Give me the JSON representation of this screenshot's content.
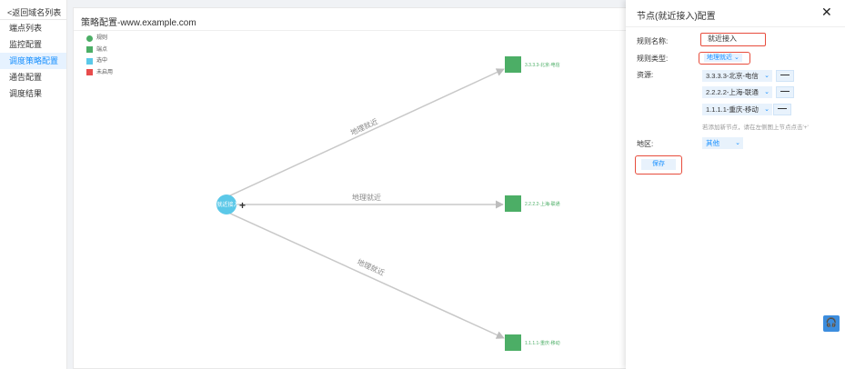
{
  "sidebar": {
    "back_link": "<返回域名列表",
    "items": [
      {
        "label": "端点列表",
        "active": false
      },
      {
        "label": "监控配置",
        "active": false
      },
      {
        "label": "调度策略配置",
        "active": true
      },
      {
        "label": "通告配置",
        "active": false
      },
      {
        "label": "调度结果",
        "active": false
      }
    ]
  },
  "canvas": {
    "title": "策略配置-www.example.com",
    "legend": [
      {
        "label": "规则",
        "color": "#4cae66",
        "shape": "circle"
      },
      {
        "label": "端点",
        "color": "#4cae66",
        "shape": "square"
      },
      {
        "label": "选中",
        "color": "#5bc8e8",
        "shape": "square"
      },
      {
        "label": "未启用",
        "color": "#e84c4c",
        "shape": "square"
      }
    ],
    "center_node": {
      "label": "就近接入",
      "color": "#5bc8e8"
    },
    "nodes": [
      {
        "label": "3.3.3.3-北京-电信",
        "color": "#4cae66"
      },
      {
        "label": "2.2.2.2-上海-联通",
        "color": "#4cae66"
      },
      {
        "label": "1.1.1.1-重庆-移动",
        "color": "#4cae66"
      }
    ],
    "edge_labels": [
      "地理就近",
      "地理就近",
      "地理就近"
    ],
    "add_glyph": "+"
  },
  "drawer": {
    "title": "节点(就近接入)配置",
    "close_glyph": "✕",
    "rule_name_label": "规则名称:",
    "rule_name_value": "就近接入",
    "rule_type_label": "规则类型:",
    "rule_type_value": "地理就近",
    "resource_label": "资源:",
    "resources": [
      {
        "value": "3.3.3.3-北京-电信"
      },
      {
        "value": "2.2.2.2-上海-联通"
      },
      {
        "value": "1.1.1.1-重庆-移动"
      }
    ],
    "remove_glyph": "—",
    "hint": "若添加新节点，请在左侧图上节点点击'+'",
    "region_label": "地区:",
    "region_value": "其他",
    "save_label": "保存"
  },
  "help_glyph": "🎧",
  "colors": {
    "accent": "#1890ff",
    "highlight": "#e74c3c"
  }
}
